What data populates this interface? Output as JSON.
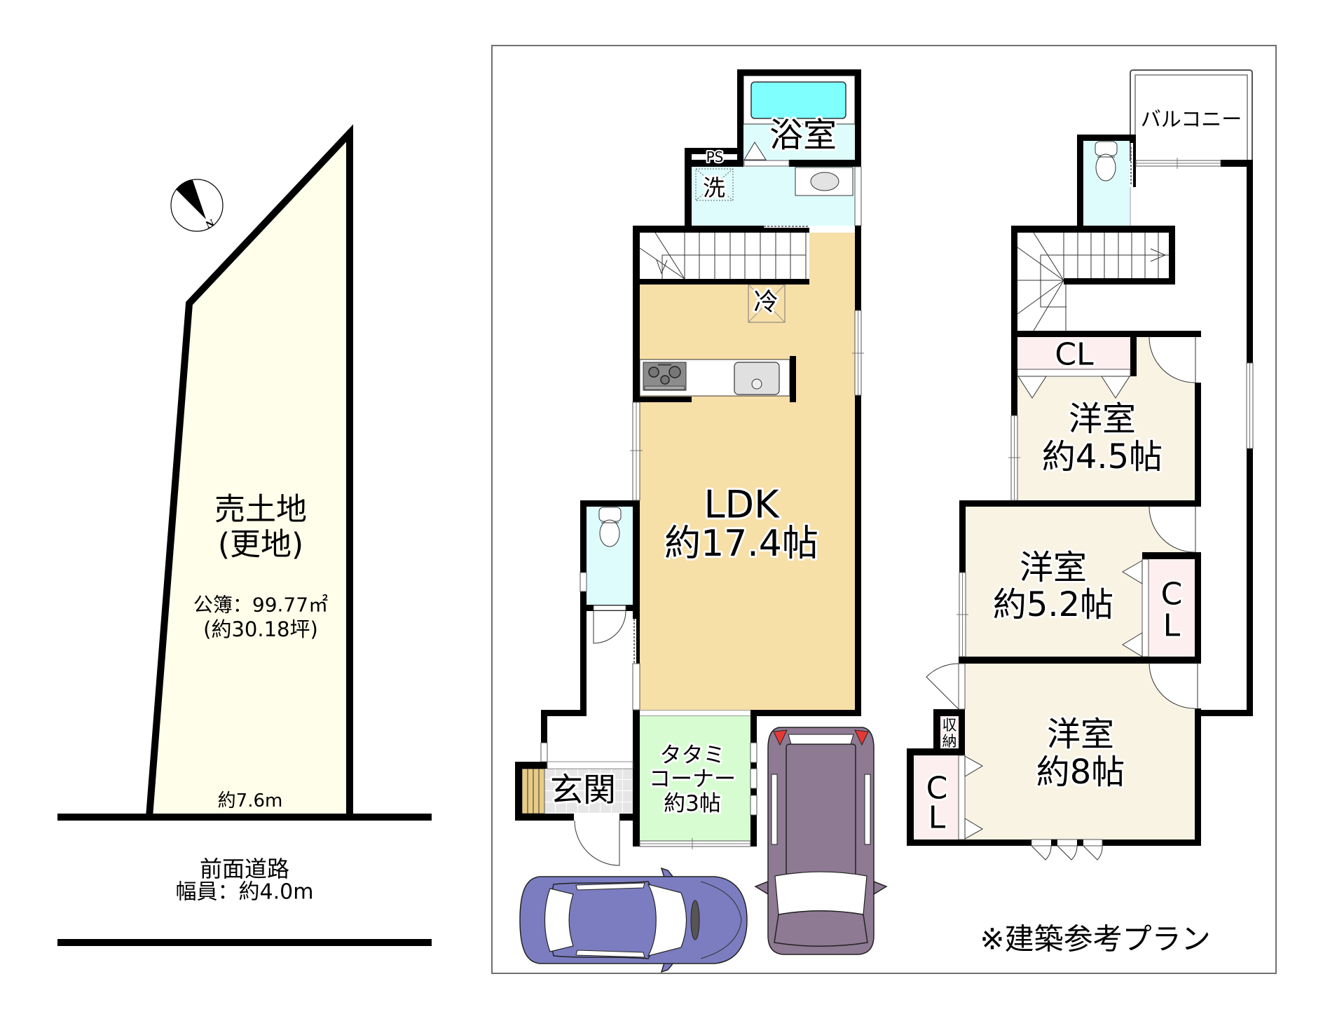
{
  "lot_diagram": {
    "title": "売土地",
    "condition": "(更地)",
    "registered_area": "公簿：99.77㎡",
    "area_tsubo": "(約30.18坪)",
    "frontage_width": "約7.6m",
    "fill_color": "#fffeeb",
    "compass": {
      "icon": "north-arrow-icon",
      "letter": "N"
    }
  },
  "front_road": {
    "label": "前面道路",
    "width": "幅員：約4.0m"
  },
  "floor_plan": {
    "note": "※建築参考プラン",
    "colors": {
      "frame": "#707070",
      "ldk": "#f7dfa8",
      "wet_area": "#defcfc",
      "bathtub": "#80ffff",
      "tatami": "#d7fcd2",
      "western_room": "#f9f3e4",
      "closet": "#fdefef",
      "entrance_tile": "#e6e6e6",
      "shoe_cabinet": "#e8cb86",
      "car_sedan": "#7b7dc0",
      "car_minivan": "#8e7a93",
      "tail_light": "#e53935"
    },
    "first_floor": {
      "bathroom": "浴室",
      "pipe_space": "PS",
      "washer_space": "洗",
      "fridge_space": "冷",
      "ldk": {
        "name": "LDK",
        "size": "約17.4帖"
      },
      "entrance": "玄関",
      "tatami_corner": {
        "lines": [
          "タタミ",
          "コーナー",
          "約3帖"
        ]
      },
      "parking_icons": [
        "sedan-car-icon",
        "minivan-car-icon"
      ]
    },
    "second_floor": {
      "balcony": "バルコニー",
      "bedroom_1": {
        "name": "洋室",
        "size": "約4.5帖",
        "closet": "CL"
      },
      "bedroom_2": {
        "name": "洋室",
        "size": "約5.2帖",
        "closet": [
          "C",
          "L"
        ]
      },
      "bedroom_3": {
        "name": "洋室",
        "size": "約8帖",
        "closet": [
          "C",
          "L"
        ],
        "storage": [
          "収",
          "納"
        ]
      }
    }
  }
}
